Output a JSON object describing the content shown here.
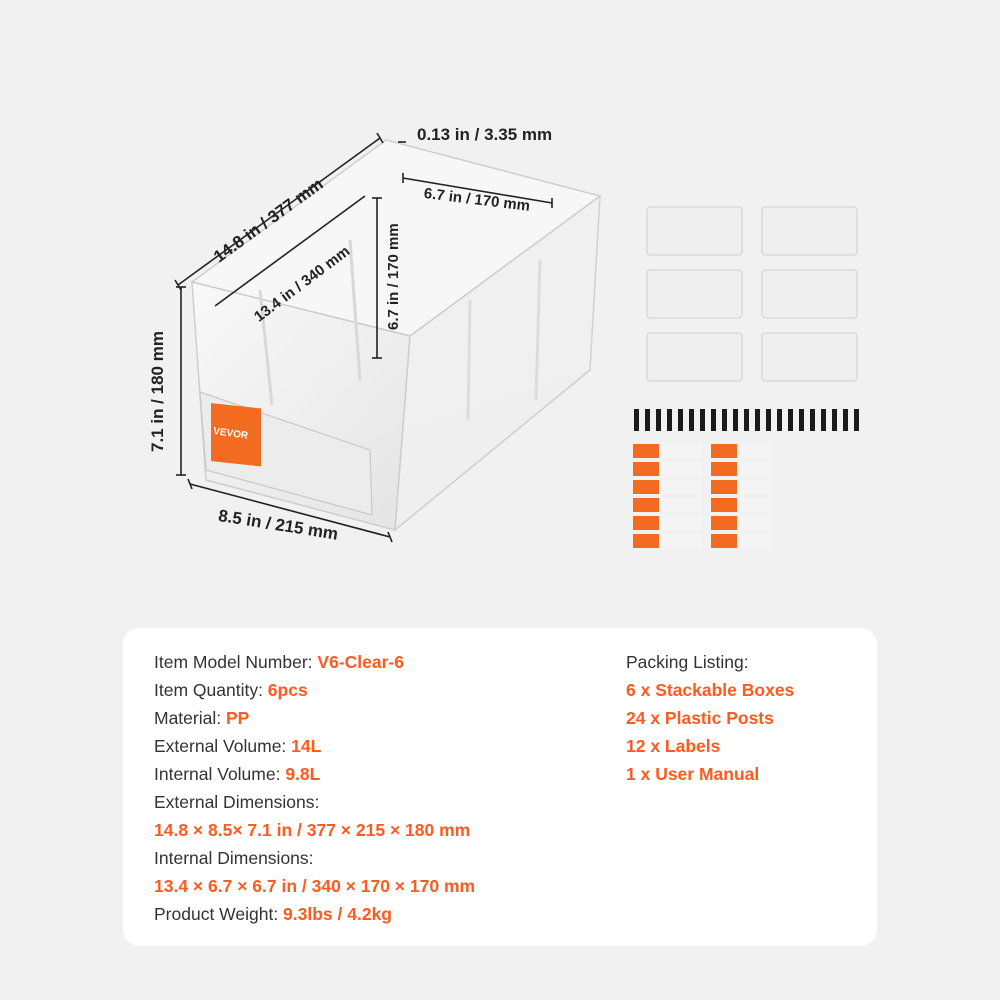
{
  "colors": {
    "accent": "#ff5a1f",
    "brand_label": "#f26b21",
    "text": "#333333",
    "background": "#f1f1f1",
    "card": "#ffffff"
  },
  "dimensions": {
    "wall_thickness": "0.13 in / 3.35 mm",
    "external_length": "14.8 in / 377 mm",
    "internal_width": "6.7 in / 170 mm",
    "internal_length": "13.4 in / 340 mm",
    "internal_height": "6.7 in / 170 mm",
    "external_height": "7.1 in / 180 mm",
    "external_width": "8.5 in / 215 mm"
  },
  "brand": {
    "label": "VEVOR"
  },
  "specs": {
    "model_label": "Item Model Number: ",
    "model_value": "V6-Clear-6",
    "quantity_label": "Item Quantity: ",
    "quantity_value": "6pcs",
    "material_label": "Material: ",
    "material_value": "PP",
    "ext_volume_label": "External Volume: ",
    "ext_volume_value": "14L",
    "int_volume_label": "Internal Volume: ",
    "int_volume_value": "9.8L",
    "ext_dim_label": "External Dimensions:",
    "ext_dim_value": "14.8 × 8.5× 7.1 in / 377 × 215 × 180 mm",
    "int_dim_label": "Internal Dimensions:",
    "int_dim_value": "13.4 × 6.7 × 6.7 in / 340 × 170 × 170 mm",
    "weight_label": "Product Weight: ",
    "weight_value": "9.3lbs / 4.2kg"
  },
  "packing": {
    "title": "Packing Listing:",
    "items": [
      "6 x Stackable Boxes",
      "24 x Plastic Posts",
      "12 x Labels",
      "1 x User Manual"
    ]
  }
}
